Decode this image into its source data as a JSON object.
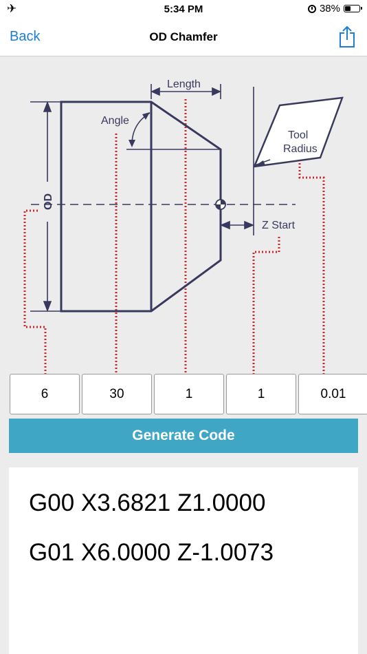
{
  "status_bar": {
    "time": "5:34 PM",
    "battery": "38%",
    "battery_level": 0.38
  },
  "nav": {
    "back_label": "Back",
    "title": "OD Chamfer",
    "share_icon": "share-icon"
  },
  "diagram": {
    "labels": {
      "length": "Length",
      "angle": "Angle",
      "od": "OD",
      "tool": "Tool",
      "radius": "Radius",
      "z_start": "Z Start"
    },
    "colors": {
      "line": "#39395e",
      "dotted": "#d2252a"
    }
  },
  "inputs": [
    {
      "name": "od",
      "value": "6"
    },
    {
      "name": "angle",
      "value": "30"
    },
    {
      "name": "length",
      "value": "1"
    },
    {
      "name": "z_start",
      "value": "1"
    },
    {
      "name": "tool_radius",
      "value": "0.01"
    }
  ],
  "generate_label": "Generate Code",
  "output": {
    "lines": [
      "G00 X3.6821 Z1.0000",
      "G01 X6.0000 Z-1.0073"
    ]
  },
  "colors": {
    "accent": "#1a7ed6",
    "button": "#3fa6c6"
  }
}
